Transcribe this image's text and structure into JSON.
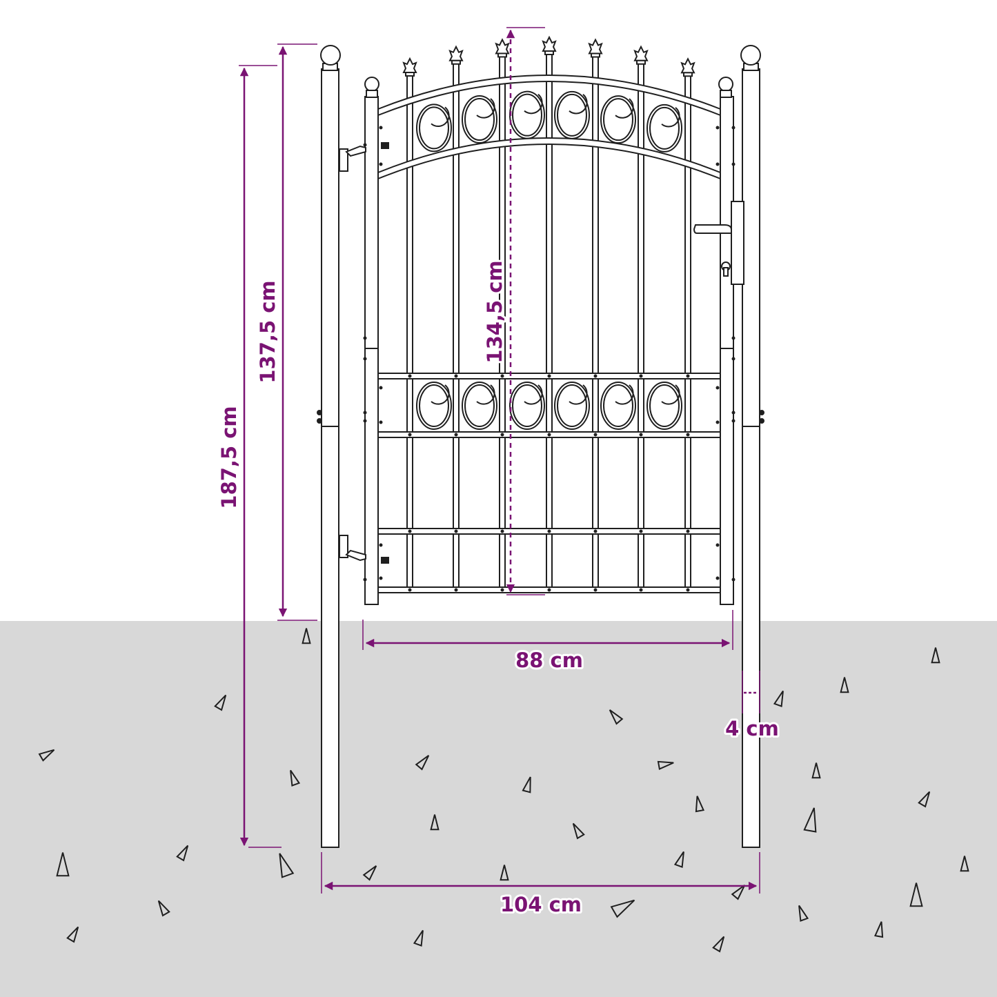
{
  "colors": {
    "accent": "#7a1373",
    "ground": "#d8d8d8",
    "line": "#1f1f1f",
    "metal": "#ffffff"
  },
  "dimensions": {
    "total_height": "187,5 cm",
    "gate_height": "137,5 cm",
    "center_height": "134,5 cm",
    "gate_width": "88 cm",
    "total_width": "104 cm",
    "post_width": "4 cm"
  }
}
